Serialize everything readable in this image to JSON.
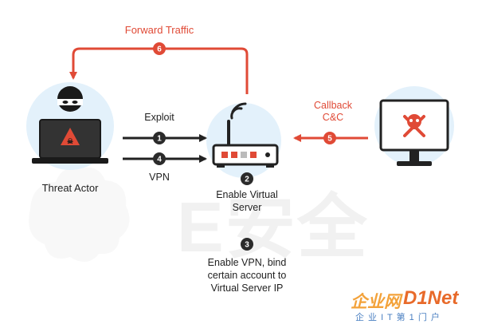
{
  "nodes": {
    "threat_actor": "Threat Actor",
    "router_step": "2",
    "router_label": "Enable Virtual\nServer",
    "monitor_icon": "skull-crossbones-icon"
  },
  "edges": {
    "exploit": {
      "step": "1",
      "label": "Exploit"
    },
    "vpn": {
      "step": "4",
      "label": "VPN"
    },
    "callback": {
      "step": "5",
      "label": "Callback\nC&C"
    },
    "forward": {
      "step": "6",
      "label": "Forward Traffic"
    }
  },
  "step3": {
    "step": "3",
    "label": "Enable VPN, bind\ncertain account to\nVirtual Server IP"
  },
  "watermarks": {
    "center": "E安全",
    "logo_cn": "企业网",
    "logo_en": "D1Net",
    "tagline": "企 业 I T 第 1 门 户"
  },
  "colors": {
    "red": "#e04a36",
    "dark": "#222222",
    "badge": "#2b2b2b",
    "halo": "#e3f1fb"
  }
}
